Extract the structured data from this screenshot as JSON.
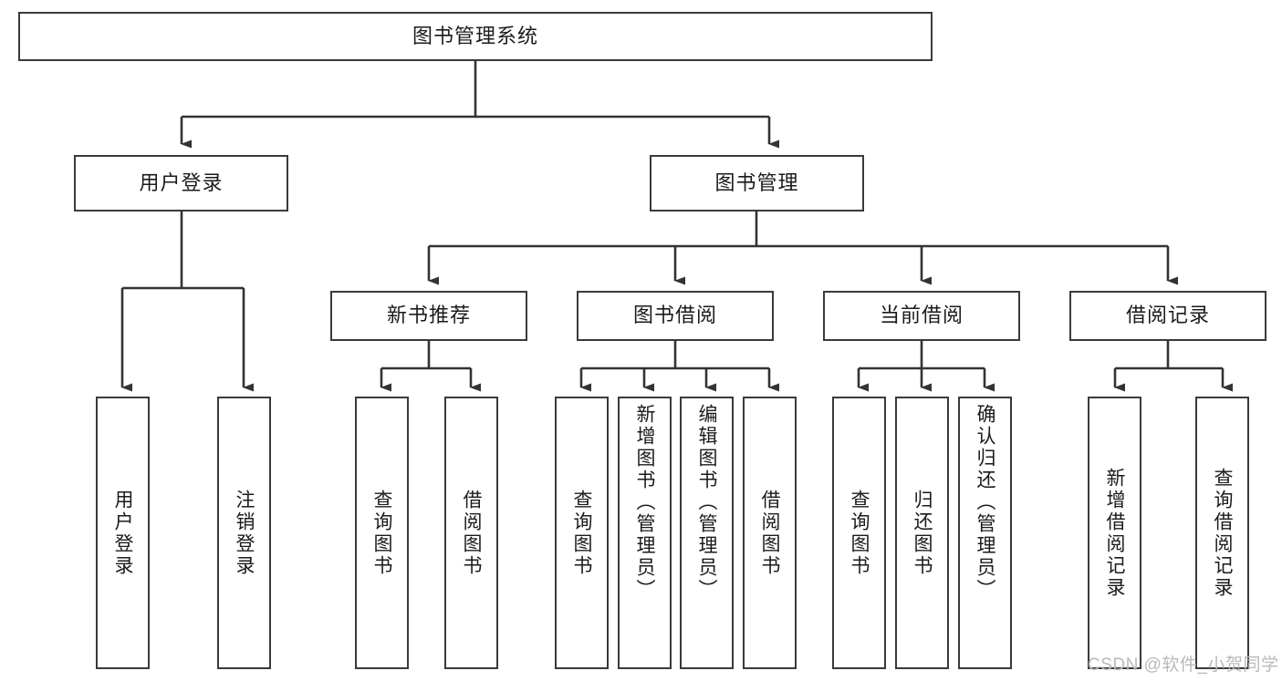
{
  "diagram": {
    "type": "tree-hierarchy-chart",
    "title": "图书管理系统",
    "orientation": "top-down",
    "box_border_color": "#3a3a3a",
    "connector_color": "#333333",
    "background_color": "#ffffff"
  },
  "root": {
    "label": "图书管理系统"
  },
  "level1": [
    {
      "label": "用户登录"
    },
    {
      "label": "图书管理"
    }
  ],
  "level2": [
    {
      "label": "新书推荐"
    },
    {
      "label": "图书借阅"
    },
    {
      "label": "当前借阅"
    },
    {
      "label": "借阅记录"
    }
  ],
  "leaves": {
    "user_login": [
      {
        "label": "用户登录"
      },
      {
        "label": "注销登录"
      }
    ],
    "new_book_recommend": [
      {
        "label": "查询图书"
      },
      {
        "label": "借阅图书"
      }
    ],
    "book_borrow": [
      {
        "label": "查询图书"
      },
      {
        "label": "新增图书（管理员）"
      },
      {
        "label": "编辑图书（管理员）"
      },
      {
        "label": "借阅图书"
      }
    ],
    "current_borrow": [
      {
        "label": "查询图书"
      },
      {
        "label": "归还图书"
      },
      {
        "label": "确认归还（管理员）"
      }
    ],
    "borrow_record": [
      {
        "label": "新增借阅记录"
      },
      {
        "label": "查询借阅记录"
      }
    ]
  },
  "watermark": {
    "text": "CSDN @软件_小贺同学"
  }
}
